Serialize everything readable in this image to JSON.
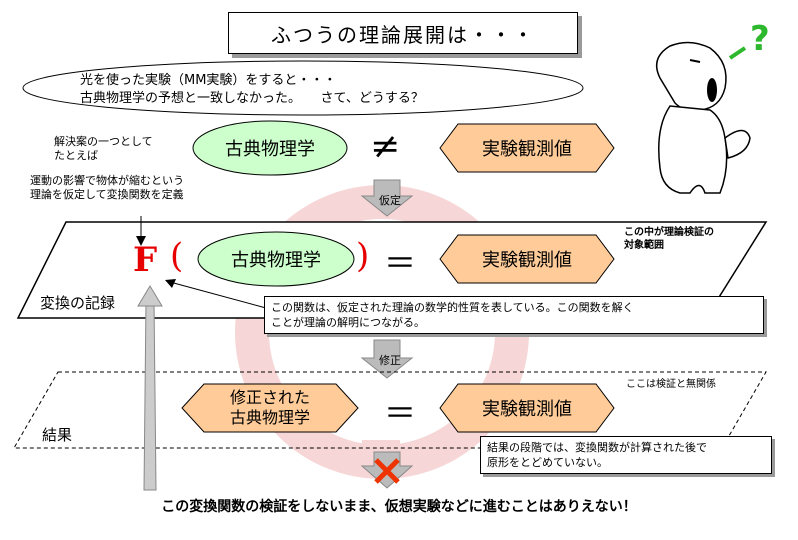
{
  "title": "ふつうの理論展開は・・・",
  "cloud": {
    "line1": "光を使った実験（MM実験）をすると・・・",
    "line2": "古典物理学の予想と一致しなかった。　　さて、どうする？"
  },
  "notes": {
    "solution": "解決案の一つとして\nたとえば",
    "assumption": "運動の影響で物体が縮むという\n理論を仮定して変換関数を定義",
    "scope": "この中が理論検証の\n対象範囲",
    "function_box": "この関数は、仮定された理論の数学的性質を表している。この関数を解く\nことが理論の解明につながる。",
    "unrelated": "ここは検証と無関係",
    "result_box": "結果の段階では、変換関数が計算された後で\n原形をとどめていない。"
  },
  "row1": {
    "left": "古典物理学",
    "op": "≠",
    "right": "実験観測値"
  },
  "arrow1": "仮定",
  "row2": {
    "func": "F",
    "open": "(",
    "left": "古典物理学",
    "close": ")",
    "op": "＝",
    "right": "実験観測値"
  },
  "record_label": "変換の記録",
  "arrow2": "修正",
  "row3": {
    "left": "修正された\n古典物理学",
    "op": "＝",
    "right": "実験観測値"
  },
  "result_label": "結果",
  "bottom": "この変換関数の検証をしないまま、仮想実験などに進むことはありえない！",
  "dog_mark": "?",
  "colors": {
    "ellipse": "#ccffcc",
    "hexagon": "#ffcc99",
    "F_red": "#e60000",
    "ring": "#f6d6d6",
    "cross": "#ee3300"
  }
}
